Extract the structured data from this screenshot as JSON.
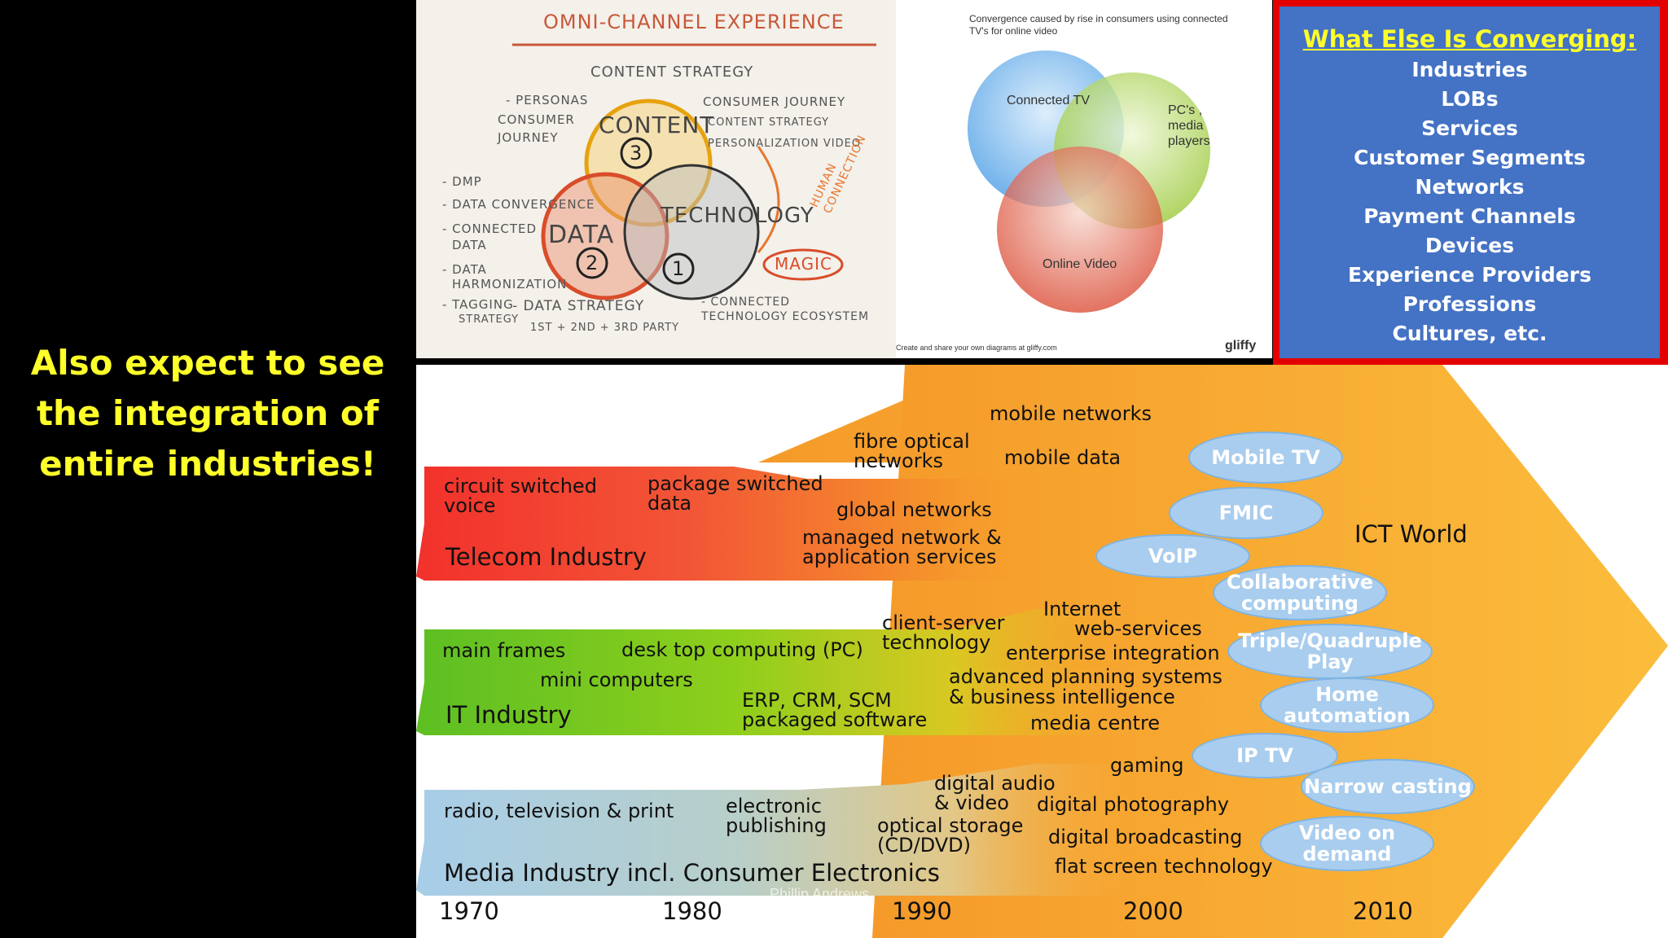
{
  "headline": {
    "line1": "Also expect to see",
    "line2": "the integration of",
    "line3": "entire industries!"
  },
  "sketch": {
    "title": "OMNI-CHANNEL EXPERIENCE",
    "content_strategy": "CONTENT STRATEGY",
    "left_top": [
      "- PERSONAS",
      "CONSUMER",
      "JOURNEY"
    ],
    "left_mid": [
      "- DMP",
      "- DATA CONVERGENCE",
      "- CONNECTED",
      "DATA",
      "- DATA",
      "HARMONIZATION",
      "- TAGGING",
      "STRATEGY"
    ],
    "right_top": [
      "CONSUMER JOURNEY",
      "CONTENT STRATEGY",
      "PERSONALIZATION VIDEO"
    ],
    "content": "CONTENT",
    "data": "DATA",
    "technology": "TECHNOLOGY",
    "n1": "1",
    "n2": "2",
    "n3": "3",
    "human": "HUMAN CONNECTION",
    "magic": "MAGIC",
    "data_strategy": "- DATA STRATEGY",
    "party": "1ST + 2ND + 3RD PARTY",
    "connected_tech": "- CONNECTED TECHNOLOGY ECOSYSTEM"
  },
  "venn": {
    "title": "Convergence caused by rise in consumers using connected TV's for online video",
    "connected_tv": "Connected TV",
    "pcs": "PC's , media players",
    "online_video": "Online Video",
    "footer": "Create and share your own diagrams at gliffy.com",
    "brand": "gliffy",
    "colors": {
      "blue": "#5fa8e8",
      "green": "#9bc93a",
      "red": "#d9432b"
    }
  },
  "converging": {
    "title": "What Else Is Converging:",
    "items": [
      "Industries",
      "LOBs",
      "Services",
      "Customer Segments",
      "Networks",
      "Payment Channels",
      "Devices",
      "Experience Providers",
      "Professions",
      "Cultures, etc."
    ]
  },
  "timeline": {
    "telecom": {
      "label": "Telecom Industry",
      "items": [
        "circuit switched voice",
        "package switched data",
        "fibre optical networks",
        "mobile networks",
        "mobile data",
        "global networks",
        "managed network & application services"
      ]
    },
    "it": {
      "label": "IT Industry",
      "items": [
        "main frames",
        "mini computers",
        "desk top computing (PC)",
        "client-server technology",
        "Internet",
        "web-services",
        "enterprise integration",
        "advanced planning systems",
        "& business intelligence",
        "ERP, CRM, SCM",
        "packaged software",
        "media centre"
      ]
    },
    "media": {
      "label": "Media Industry incl. Consumer Electronics",
      "items": [
        "radio, television & print",
        "electronic publishing",
        "digital audio",
        "& video",
        "optical storage (CD/DVD)",
        "gaming",
        "digital photography",
        "digital broadcasting",
        "flat screen technology"
      ]
    },
    "ict": "ICT World",
    "bubbles": [
      "Mobile TV",
      "FMIC",
      "VoIP",
      "Collaborative computing",
      "Triple/Quadruple Play",
      "Home automation",
      "IP TV",
      "Narrow casting",
      "Video on demand"
    ],
    "years": [
      "1970",
      "1980",
      "1990",
      "2000",
      "2010"
    ],
    "watermark": "Phillip Andrews"
  }
}
